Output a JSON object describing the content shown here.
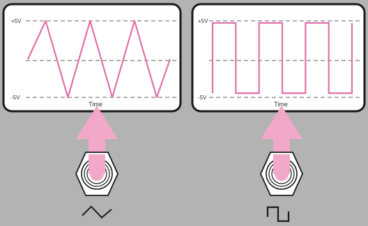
{
  "colors": {
    "background": "#b3b3b3",
    "screen": "#ffffff",
    "border": "#1a1a1a",
    "signal": "#e070a8",
    "arrow": "#f2a8c8",
    "dashed_line": "#808080",
    "jack_center": "#f2a8c8"
  },
  "panels": [
    {
      "waveform": "triangle",
      "y_top_label": "+5V",
      "y_bottom_label": "-5V",
      "x_label": "Time",
      "waveform_icon": "triangle-wave-icon",
      "chart_data": {
        "type": "line",
        "xlabel": "Time",
        "ylabel": "",
        "ylim": [
          -5,
          5
        ],
        "y_ticks": [
          "+5V",
          "-5V"
        ],
        "x": [
          0,
          0.8,
          1.8,
          2.8,
          3.8,
          4.8,
          5.8,
          6.4
        ],
        "y": [
          0,
          5,
          -5,
          5,
          -5,
          5,
          -5,
          0
        ]
      }
    },
    {
      "waveform": "square",
      "y_top_label": "+5V",
      "y_bottom_label": "-5V",
      "x_label": "Time",
      "waveform_icon": "square-wave-icon",
      "chart_data": {
        "type": "line",
        "xlabel": "Time",
        "ylabel": "",
        "ylim": [
          -5,
          5
        ],
        "y_ticks": [
          "+5V",
          "-5V"
        ],
        "x": [
          0,
          0,
          1,
          1,
          2,
          2,
          3,
          3,
          4,
          4,
          5,
          5,
          6,
          6
        ],
        "y": [
          -5,
          5,
          5,
          -5,
          -5,
          5,
          5,
          -5,
          -5,
          5,
          5,
          -5,
          -5,
          5
        ]
      }
    }
  ]
}
